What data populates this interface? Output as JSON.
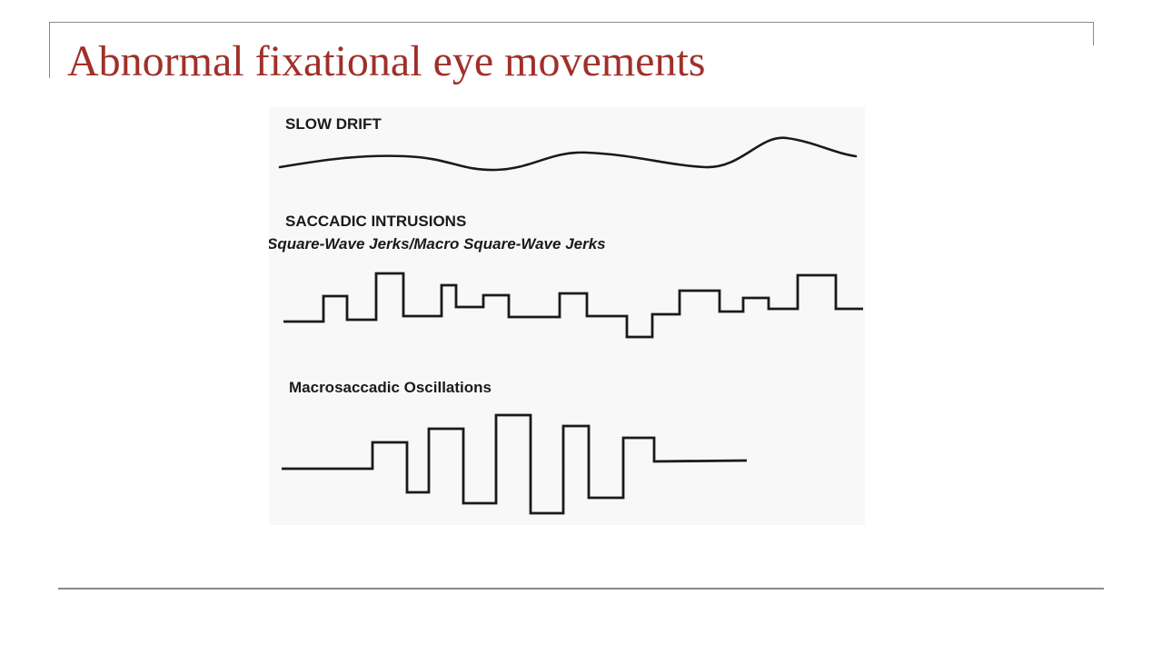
{
  "slide": {
    "title": "Abnormal fixational eye movements"
  },
  "figure": {
    "slow_drift_label": "SLOW DRIFT",
    "saccadic_intrusions_label": "SACCADIC INTRUSIONS",
    "square_wave_jerks_label": "Square-Wave Jerks/Macro Square-Wave Jerks",
    "macrosaccadic_oscillations_label": "Macrosaccadic Oscillations"
  }
}
